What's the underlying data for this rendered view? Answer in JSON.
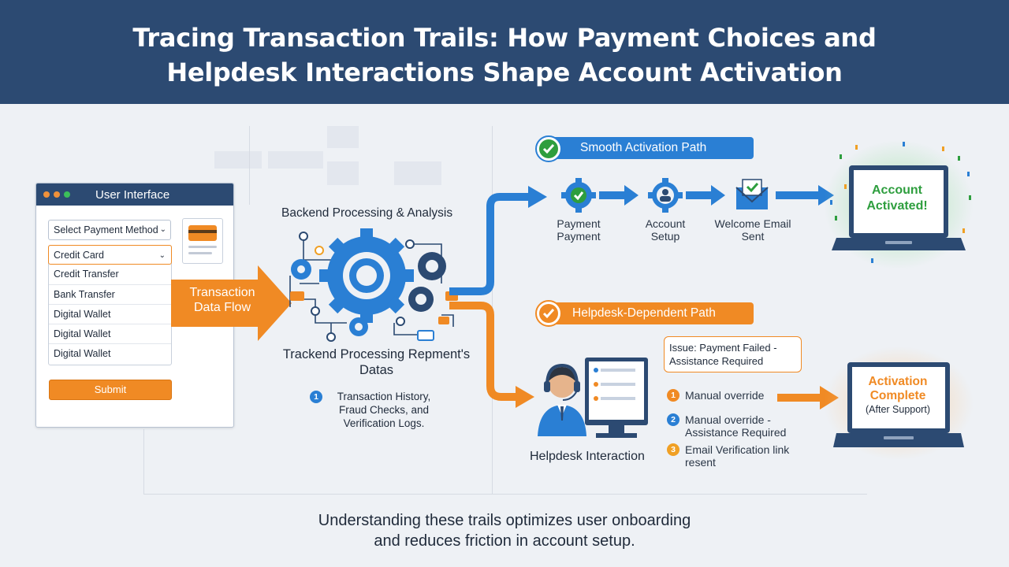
{
  "header": {
    "title_line1": "Tracing Transaction Trails: How Payment Choices and",
    "title_line2": "Helpdesk Interactions Shape Account Activation"
  },
  "colors": {
    "navy": "#2c4a72",
    "blue": "#2a7fd4",
    "orange": "#f08a24",
    "green": "#2e9e3e"
  },
  "ui_panel": {
    "title": "User Interface",
    "select_label": "Select Payment Method",
    "options": [
      "Credit Card",
      "Credit Transfer",
      "Bank Transfer",
      "Digital Wallet",
      "Digital Wallet",
      "Digital Wallet"
    ],
    "submit_label": "Submit"
  },
  "transaction_flow": {
    "label": "Transaction Data Flow"
  },
  "backend": {
    "title": "Backend Processing & Analysis",
    "subtitle": "Trackend Processing Repment's Datas",
    "item_number": "1",
    "item_text": "Transaction History, Fraud Checks, and Verification Logs."
  },
  "smooth_path": {
    "banner": "Smooth Activation Path",
    "steps": [
      {
        "icon": "gear-check-icon",
        "label": "Payment Payment"
      },
      {
        "icon": "account-setup-icon",
        "label": "Account Setup"
      },
      {
        "icon": "email-check-icon",
        "label": "Welcome Email Sent"
      }
    ],
    "result": "Account Activated!"
  },
  "helpdesk_path": {
    "banner": "Helpdesk-Dependent Path",
    "issue": "Issue: Payment Failed - Assistance Required",
    "items": [
      {
        "num": "1",
        "text": "Manual override"
      },
      {
        "num": "2",
        "text": "Manual override - Assistance Required"
      },
      {
        "num": "3",
        "text": "Email Verification link resent"
      }
    ],
    "interaction_label": "Helpdesk Interaction",
    "result_line1": "Activation",
    "result_line2": "Complete",
    "result_line3": "(After Support)"
  },
  "footer": {
    "line1": "Understanding these trails optimizes user onboarding",
    "line2": "and reduces friction in account setup."
  }
}
